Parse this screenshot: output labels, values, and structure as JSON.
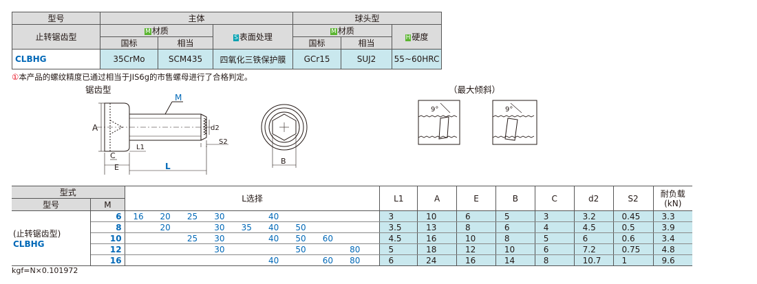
{
  "spec": {
    "h_model": "型号",
    "h_body": "主体",
    "h_ball": "球头型",
    "h_stop": "止转锯齿型",
    "tag_m": "M",
    "tag_s": "S",
    "tag_h": "H",
    "h_material": "材质",
    "h_surface": "表面处理",
    "h_material2": "材质",
    "h_hardness": "硬度",
    "h_gb": "国标",
    "h_eq": "相当",
    "h_gb2": "国标",
    "h_eq2": "相当",
    "model": "CLBHG",
    "v_gb": "35CrMo",
    "v_eq": "SCM435",
    "v_surface": "四氧化三铁保护膜",
    "v_gb2": "GCr15",
    "v_eq2": "SUJ2",
    "v_hardness": "55~60HRC"
  },
  "note": {
    "mark": "①",
    "text": "本产品的螺纹精度已通过相当于JIS6g的市售螺母进行了合格判定。"
  },
  "diagram": {
    "title": "锯齿型",
    "tilt_title": "（最大倾斜）",
    "m": "M",
    "a": "A",
    "d2": "d2",
    "s2": "S2",
    "l1": "L1",
    "c": "C",
    "e": "E",
    "l": "L",
    "b": "B",
    "angle1": "9°",
    "angle2": "9°"
  },
  "table": {
    "h_type": "型式",
    "h_model": "型号",
    "h_m": "M",
    "h_lselect": "L选择",
    "h_l1": "L1",
    "h_a": "A",
    "h_e": "E",
    "h_b": "B",
    "h_c": "C",
    "h_d2": "d2",
    "h_s2": "S2",
    "h_load": "耐负载",
    "h_load_unit": "(kN)",
    "group_label": "(止转锯齿型)",
    "group_model": "CLBHG",
    "rows": [
      {
        "m": "6",
        "L": [
          "16",
          "20",
          "25",
          "30",
          "",
          "40",
          "",
          "",
          ""
        ],
        "l1": "3",
        "a": "10",
        "e": "6",
        "b": "5",
        "c": "3",
        "d2": "3.2",
        "s2": "0.45",
        "load": "3.3"
      },
      {
        "m": "8",
        "L": [
          "",
          "20",
          "",
          "30",
          "35",
          "40",
          "50",
          "",
          ""
        ],
        "l1": "3.5",
        "a": "13",
        "e": "8",
        "b": "6",
        "c": "4",
        "d2": "4.5",
        "s2": "0.5",
        "load": "3.9"
      },
      {
        "m": "10",
        "L": [
          "",
          "",
          "25",
          "30",
          "",
          "40",
          "50",
          "60",
          ""
        ],
        "l1": "4.5",
        "a": "16",
        "e": "10",
        "b": "8",
        "c": "5",
        "d2": "6",
        "s2": "0.6",
        "load": "3.4"
      },
      {
        "m": "12",
        "L": [
          "",
          "",
          "",
          "30",
          "",
          "",
          "50",
          "",
          "80"
        ],
        "l1": "5",
        "a": "18",
        "e": "12",
        "b": "10",
        "c": "6",
        "d2": "7.2",
        "s2": "0.75",
        "load": "4.8"
      },
      {
        "m": "16",
        "L": [
          "",
          "",
          "",
          "",
          "",
          "40",
          "",
          "60",
          "80"
        ],
        "l1": "6",
        "a": "24",
        "e": "16",
        "b": "14",
        "c": "8",
        "d2": "10.7",
        "s2": "1",
        "load": "9.6"
      }
    ]
  },
  "footnote": "kgf=N×0.101972"
}
